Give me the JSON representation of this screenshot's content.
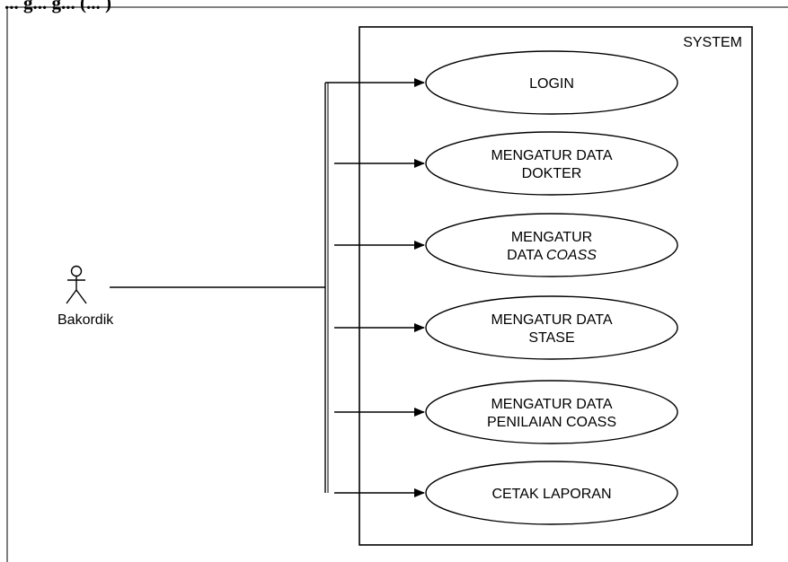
{
  "heading": "... g... g... (... )",
  "system": {
    "label": "SYSTEM"
  },
  "actor": {
    "name": "Bakordik"
  },
  "use_cases": [
    {
      "lines": [
        "LOGIN"
      ],
      "italic": [
        false
      ]
    },
    {
      "lines": [
        "MENGATUR DATA",
        "DOKTER"
      ],
      "italic": [
        false,
        false
      ]
    },
    {
      "lines": [
        "MENGATUR",
        "DATA  ",
        "COASS"
      ],
      "italic": [
        false,
        false,
        true
      ]
    },
    {
      "lines": [
        "MENGATUR DATA",
        "STASE"
      ],
      "italic": [
        false,
        false
      ]
    },
    {
      "lines": [
        "MENGATUR DATA",
        "PENILAIAN COASS"
      ],
      "italic": [
        false,
        false
      ]
    },
    {
      "lines": [
        "CETAK LAPORAN"
      ],
      "italic": [
        false
      ]
    }
  ],
  "colors": {
    "stroke": "#000000",
    "background": "#ffffff"
  }
}
